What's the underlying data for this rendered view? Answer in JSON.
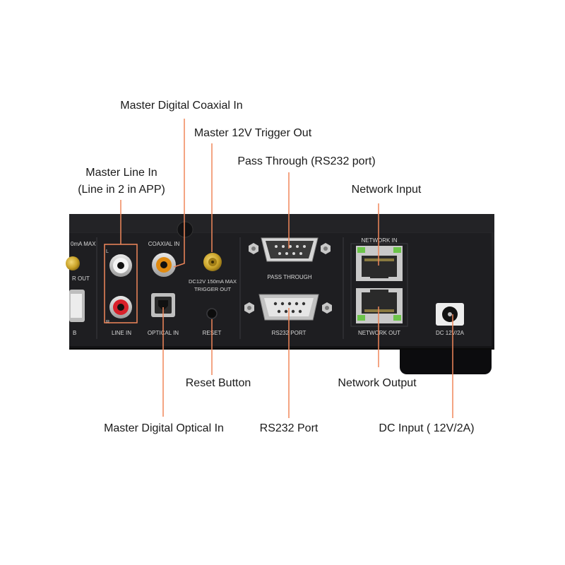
{
  "colors": {
    "panel": "#1c1c1e",
    "panel_edge": "#2b2b2e",
    "leader": "#f0875a",
    "panel_text": "#d8d8d8",
    "gold": "#c9a227",
    "rca_red": "#d8202a",
    "led_green": "#6cc44a"
  },
  "panel_labels": {
    "trigger_partial": "0mA MAX",
    "out_partial": "R OUT",
    "usb_partial": "B",
    "line_in": "LINE IN",
    "coaxial_in": "COAXIAL IN",
    "optical_in": "OPTICAL IN",
    "trigger_spec": "DC12V 150mA MAX",
    "trigger_out": "TRIGGER OUT",
    "reset": "RESET",
    "pass_through": "PASS THROUGH",
    "rs232_port": "RS232 PORT",
    "network_in": "NETWORK IN",
    "network_out": "NETWORK OUT",
    "dc_input": "DC 12V/2A",
    "channel_l": "L",
    "channel_r": "R"
  },
  "callouts": {
    "master_coaxial": "Master Digital Coaxial In",
    "master_trigger": "Master 12V Trigger Out",
    "pass_through": "Pass Through (RS232 port)",
    "master_line_in_1": "Master Line In",
    "master_line_in_2": "(Line in 2 in APP)",
    "network_input": "Network Input",
    "reset_button": "Reset Button",
    "network_output": "Network Output",
    "master_optical": "Master Digital Optical In",
    "rs232_port": "RS232 Port",
    "dc_input": "DC Input ( 12V/2A)"
  },
  "icons": [
    "rca-jack-icon",
    "coaxial-jack-icon",
    "toslink-port-icon",
    "db9-connector-icon",
    "rj45-port-icon",
    "dc-barrel-jack-icon",
    "usb-port-icon"
  ]
}
